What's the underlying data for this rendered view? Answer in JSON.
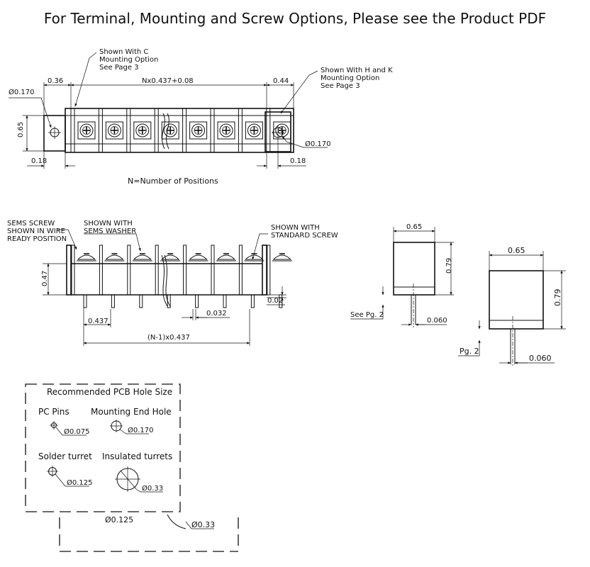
{
  "title": "For Terminal, Mounting and Screw Options, Please see the Product PDF",
  "top_view": {
    "callout_left": [
      "Shown With C",
      "Mounting Option",
      "See Page 3"
    ],
    "callout_right": [
      "Shown With H and K",
      "Mounting Option",
      "See Page 3"
    ],
    "dim_left_width": "0.36",
    "dim_pitch": "Nx0.437+0.08",
    "dim_right_width": "0.44",
    "dim_hole_left": "Ø0.170",
    "dim_height": "0.65",
    "dim_hole_right": "Ø0.170",
    "dim_offset_left": "0.18",
    "dim_offset_right": "0.18",
    "note": "N=Number of Positions",
    "positions": 8
  },
  "side_view": {
    "callout_sems_screw": [
      "SEMS SCREW",
      "SHOWN IN WIRE",
      "READY POSITION"
    ],
    "callout_sems_washer": [
      "SHOWN WITH",
      "SEMS WASHER"
    ],
    "callout_standard_screw": [
      "SHOWN WITH",
      "STANDARD SCREW"
    ],
    "dim_height": "0.47",
    "dim_pin_offset": "0.02",
    "dim_pitch": "0.437",
    "dim_pin_width": "0.032",
    "dim_total": "(N-1)x0.437"
  },
  "end_view_1": {
    "dim_width": "0.65",
    "dim_height": "0.79",
    "ref_label": "See Pg. 2",
    "dim_pin": "0.060"
  },
  "end_view_2": {
    "dim_width": "0.65",
    "dim_height": "0.79",
    "ref_label": "Pg. 2",
    "dim_pin": "0.060"
  },
  "pcb_box": {
    "title": "Recommended PCB Hole Size",
    "pc_pins_label": "PC Pins",
    "pc_pins_dim": "Ø0.075",
    "mounting_label": "Mounting End Hole",
    "mounting_dim": "Ø0.170",
    "solder_label": "Solder turret",
    "solder_dim": "Ø0.125",
    "insulated_label": "Insulated turrets",
    "insulated_dim": "Ø0.33"
  },
  "ghost": {
    "dim_a": "Ø0.125",
    "dim_b": "Ø0.33"
  }
}
